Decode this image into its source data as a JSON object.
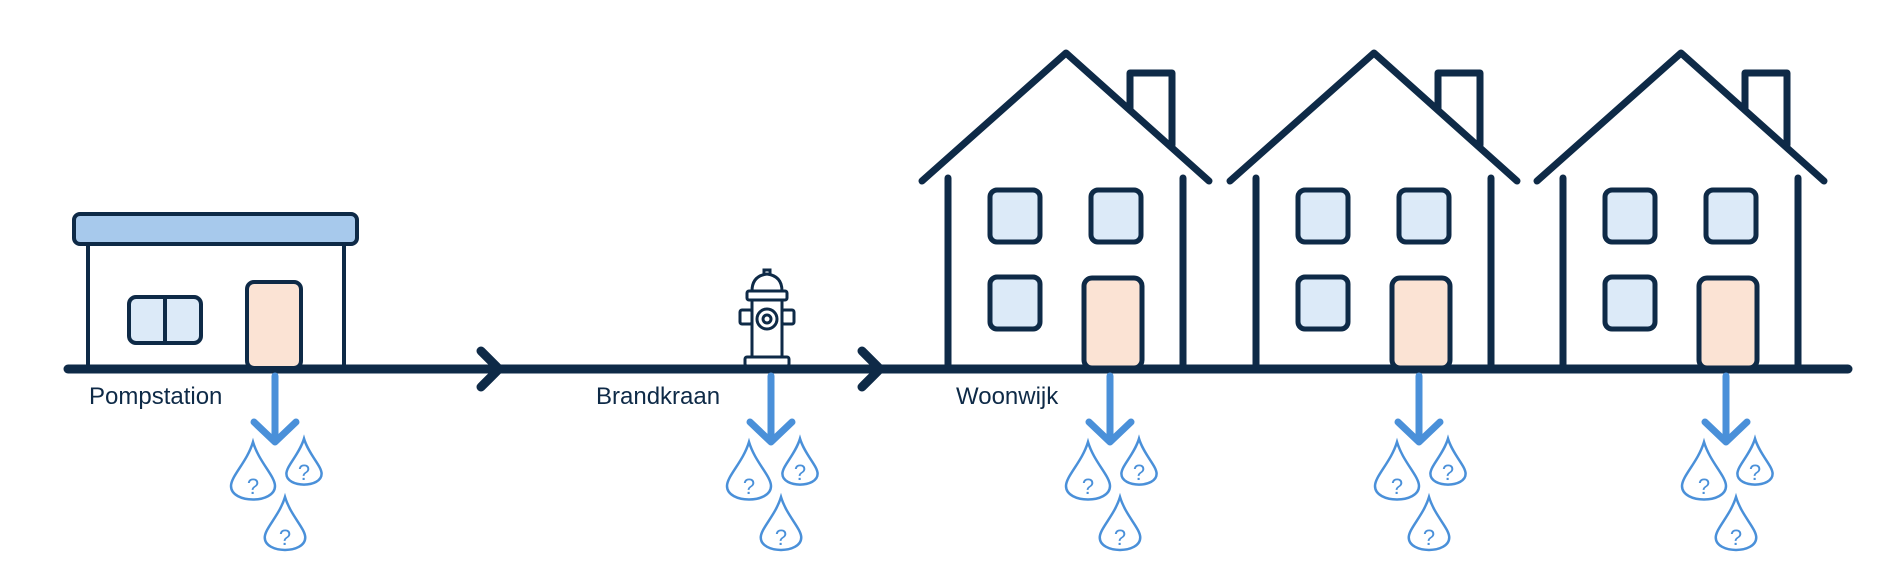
{
  "colors": {
    "navy": "#0e2a47",
    "roof_blue": "#a7c9ec",
    "window_blue": "#dceaf8",
    "door_peach": "#fbe3d4",
    "water_blue": "#4a90d9"
  },
  "labels": {
    "pumping_station": "Pompstation",
    "fire_hydrant": "Brandkraan",
    "residential_area": "Woonwijk"
  },
  "drop_symbol": "?",
  "icons": [
    "pumping-station-icon",
    "fire-hydrant-icon",
    "house-icon",
    "flow-arrow-icon",
    "leak-arrow-icon",
    "water-drop-icon"
  ]
}
